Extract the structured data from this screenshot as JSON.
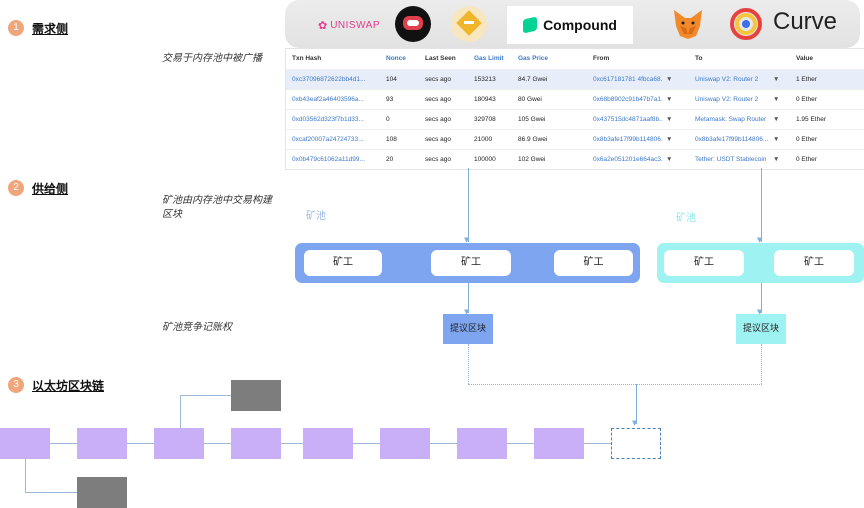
{
  "sections": {
    "demand": {
      "num": "1",
      "title": "需求侧"
    },
    "supply": {
      "num": "2",
      "title": "供给侧"
    },
    "chain": {
      "num": "3",
      "title": "以太坊区块链"
    }
  },
  "notes": {
    "mempool_broadcast": "交易于内存池中被广播",
    "pool_build": "矿池由内存池中交易构建区块",
    "compete": "矿池竞争记账权"
  },
  "logos": {
    "uniswap": "UNISWAP",
    "compound": "Compound",
    "curve": "Curve"
  },
  "table": {
    "headers": [
      "Txn Hash",
      "Nonce",
      "Last Seen",
      "Gas Limit",
      "Gas Price",
      "From",
      "To",
      "Value"
    ],
    "rows": [
      [
        "0xc37096872622bb4d1...",
        "104",
        "secs ago",
        "153213",
        "84.7 Gwei",
        "0xc617181781 4fbca68...",
        "Uniswap V2: Router 2",
        "1 Ether"
      ],
      [
        "0xb43eaf2a46403596a...",
        "93",
        "secs ago",
        "180943",
        "80 Gwei",
        "0x68b8902c91b47b7a1...",
        "Uniswap V2: Router 2",
        "0 Ether"
      ],
      [
        "0xd03562d323f7b1d33...",
        "0",
        "secs ago",
        "329708",
        "105 Gwei",
        "0x437515dc4871aaf8b...",
        "Metamask: Swap Router",
        "1.95 Ether"
      ],
      [
        "0xcaf20007a24724733...",
        "108",
        "secs ago",
        "21000",
        "86.9 Gwei",
        "0x8b3afe17f99b114806...",
        "0x8b3afe17f99b114806...",
        "0 Ether"
      ],
      [
        "0x0b479c61062a11d99...",
        "20",
        "secs ago",
        "100000",
        "102 Gwei",
        "0x6a2e051201e664ac3...",
        "Tether: USDT Stablecoin",
        "0 Ether"
      ]
    ]
  },
  "pools": {
    "pool1": {
      "label": "矿池",
      "miners": [
        "矿工",
        "矿工",
        "矿工"
      ],
      "proposal": "提议区块"
    },
    "pool2": {
      "label": "矿池",
      "miners": [
        "矿工",
        "矿工"
      ],
      "proposal": "提议区块"
    }
  },
  "colors": {
    "pool1": "#7ea5f0",
    "pool2": "#9ef2f2",
    "block": "#c9aef8",
    "orphan": "#7d7d7d",
    "accent": "#f0a67a"
  }
}
